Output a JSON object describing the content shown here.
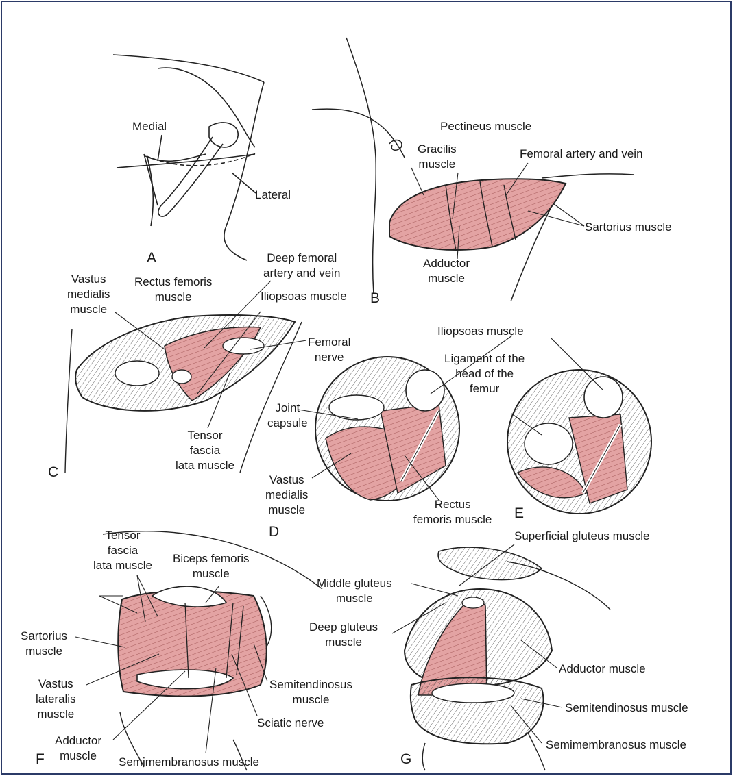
{
  "colors": {
    "muscle": "#e3a3a3",
    "muscle_line": "#8a3a3a",
    "outline": "#222222",
    "frame": "#2b3a67"
  },
  "panels": {
    "A": {
      "letter": "A",
      "labels": {
        "medial": "Medial",
        "lateral": "Lateral"
      }
    },
    "B": {
      "letter": "B",
      "labels": {
        "pectineus": "Pectineus muscle",
        "gracilis": [
          "Gracilis",
          "muscle"
        ],
        "femoral_artery_vein": "Femoral artery and vein",
        "sartorius": "Sartorius muscle",
        "adductor": [
          "Adductor",
          "muscle"
        ]
      }
    },
    "C": {
      "letter": "C",
      "labels": {
        "vastus_medialis": [
          "Vastus",
          "medialis",
          "muscle"
        ],
        "rectus_femoris": [
          "Rectus femoris",
          "muscle"
        ],
        "deep_femoral": [
          "Deep femoral",
          "artery and vein"
        ],
        "iliopsoas": "Iliopsoas muscle",
        "femoral_nerve": [
          "Femoral",
          "nerve"
        ],
        "tensor_fascia": [
          "Tensor",
          "fascia",
          "lata muscle"
        ]
      }
    },
    "D": {
      "letter": "D",
      "labels": {
        "iliopsoas": "Iliopsoas muscle",
        "joint_capsule": [
          "Joint",
          "capsule"
        ],
        "vastus_medialis": [
          "Vastus",
          "medialis",
          "muscle"
        ],
        "rectus_femoris": [
          "Rectus",
          "femoris muscle"
        ]
      }
    },
    "E": {
      "letter": "E",
      "labels": {
        "ligament_head": [
          "Ligament of the",
          "head of the",
          "femur"
        ]
      }
    },
    "F": {
      "letter": "F",
      "labels": {
        "tensor_fascia": [
          "Tensor",
          "fascia",
          "lata muscle"
        ],
        "biceps_femoris": [
          "Biceps femoris",
          "muscle"
        ],
        "sartorius": [
          "Sartorius",
          "muscle"
        ],
        "vastus_lateralis": [
          "Vastus",
          "lateralis",
          "muscle"
        ],
        "adductor": [
          "Adductor",
          "muscle"
        ],
        "semimembranosus": "Semimembranosus muscle",
        "sciatic_nerve": "Sciatic nerve",
        "semitendinosus": [
          "Semitendinosus",
          "muscle"
        ]
      }
    },
    "G": {
      "letter": "G",
      "labels": {
        "superficial_gluteus": "Superficial gluteus muscle",
        "middle_gluteus": [
          "Middle gluteus",
          "muscle"
        ],
        "deep_gluteus": [
          "Deep gluteus",
          "muscle"
        ],
        "adductor": "Adductor muscle",
        "semitendinosus": "Semitendinosus muscle",
        "semimembranosus": "Semimembranosus muscle"
      }
    }
  }
}
